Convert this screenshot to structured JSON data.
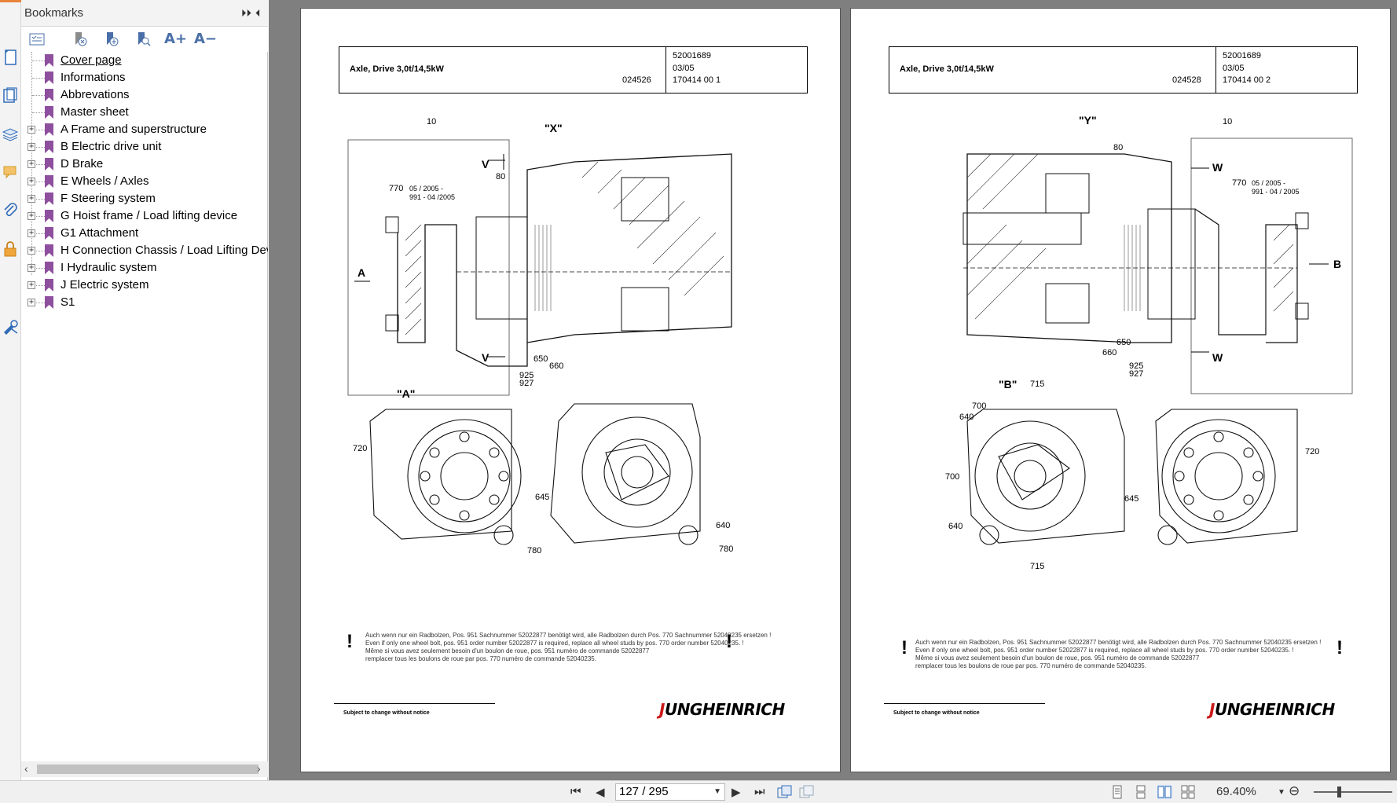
{
  "bookmarks": {
    "title": "Bookmarks",
    "items": [
      {
        "label": "Cover page",
        "expandable": false
      },
      {
        "label": "Informations",
        "expandable": false
      },
      {
        "label": "Abbrevations",
        "expandable": false
      },
      {
        "label": "Master sheet",
        "expandable": false
      },
      {
        "label": "A Frame and superstructure",
        "expandable": true
      },
      {
        "label": "B Electric drive unit",
        "expandable": true
      },
      {
        "label": "D Brake",
        "expandable": true
      },
      {
        "label": "E Wheels / Axles",
        "expandable": true
      },
      {
        "label": "F Steering system",
        "expandable": true
      },
      {
        "label": "G Hoist frame / Load lifting device",
        "expandable": true
      },
      {
        "label": "G1 Attachment",
        "expandable": true
      },
      {
        "label": "H Connection Chassis / Load Lifting Devi",
        "expandable": true
      },
      {
        "label": "I Hydraulic system",
        "expandable": true
      },
      {
        "label": "J Electric system",
        "expandable": true
      },
      {
        "label": "S1",
        "expandable": true
      }
    ],
    "toolbar": {
      "increase_font": "A+",
      "decrease_font": "A−"
    }
  },
  "pages": [
    {
      "title": "Axle, Drive 3,0t/14,5kW",
      "drawing_no": "024526",
      "part_no": "52001689",
      "date": "03/05",
      "sheet": "170414 00 1",
      "labels": {
        "l10": "10",
        "x": "\"X\"",
        "v1": "V",
        "v2": "V",
        "l80": "80",
        "l770": "770",
        "range1": "05 / 2005 -",
        "range2": "991 - 04 /2005",
        "a": "A",
        "l650": "650",
        "l660": "660",
        "l925": "925",
        "l927": "927",
        "a_view": "\"A\"",
        "l720": "720",
        "l645": "645",
        "l640": "640",
        "l780a": "780",
        "l780b": "780"
      },
      "note": [
        "Auch wenn nur ein Radbolzen, Pos. 951 Sachnummer  52022877 benötigt wird, alle Radbolzen durch Pos. 770  Sachnummer 52040235 ersetzen !",
        "Even if only one wheel bolt, pos. 951 order number 52022877 is required, replace all wheel studs by pos. 770 order number 52040235. !",
        "Même si vous avez seulement besoin d'un boulon de roue, pos. 951 numéro de commande 52022877",
        "remplacer tous les boulons de roue par pos. 770 numéro de commande 52040235."
      ],
      "footer": "Subject to change without notice",
      "brand": "JUNGHEINRICH"
    },
    {
      "title": "Axle, Drive 3,0t/14,5kW",
      "drawing_no": "024528",
      "part_no": "52001689",
      "date": "03/05",
      "sheet": "170414 00 2",
      "labels": {
        "y": "\"Y\"",
        "l10": "10",
        "l80": "80",
        "w1": "W",
        "w2": "W",
        "l770": "770",
        "range1": "05 / 2005 -",
        "range2": "991 - 04 / 2005",
        "b": "B",
        "l650": "650",
        "l660": "660",
        "l925": "925",
        "l927": "927",
        "b_view": "\"B\"",
        "l715a": "715",
        "l715b": "715",
        "l700a": "700",
        "l700b": "700",
        "l640a": "640",
        "l640b": "640",
        "l645": "645",
        "l720": "720"
      },
      "note": [
        "Auch wenn nur ein Radbolzen, Pos. 951 Sachnummer  52022877 benötigt wird, alle Radbolzen durch Pos. 770  Sachnummer 52040235 ersetzen !",
        "Even if only one wheel bolt, pos. 951 order number 52022877 is required, replace all wheel studs by pos. 770 order number 52040235. !",
        "Même si vous avez seulement besoin d'un boulon de roue, pos. 951 numéro de commande 52022877",
        "remplacer tous les boulons de roue par pos. 770 numéro de commande 52040235."
      ],
      "footer": "Subject to change without notice",
      "brand": "JUNGHEINRICH"
    }
  ],
  "status": {
    "page_display": "127 / 295",
    "zoom": "69.40%"
  },
  "colors": {
    "bookmark_flag": "#8e4f9e",
    "accent": "#e8833a",
    "brand_red": "#cc1a1a",
    "doc_background": "#7f7f7f"
  }
}
